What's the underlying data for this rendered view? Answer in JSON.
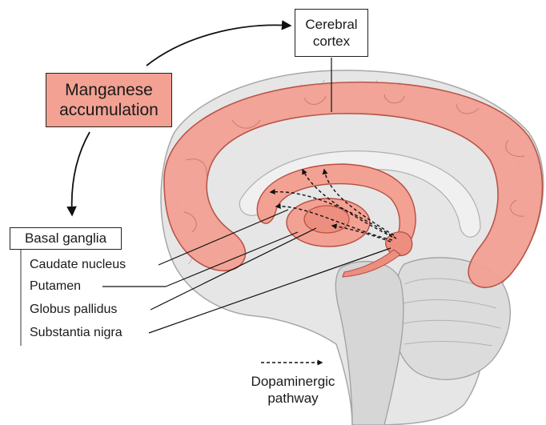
{
  "boxes": {
    "manganese": "Manganese\naccumulation",
    "cortex": "Cerebral\ncortex",
    "basal_ganglia": "Basal ganglia"
  },
  "structures": {
    "caudate": "Caudate nucleus",
    "putamen": "Putamen",
    "globus": "Globus pallidus",
    "nigra": "Substantia nigra"
  },
  "legend": {
    "pathway": "Dopaminergic\npathway"
  },
  "colors": {
    "highlight_fill": "#f2a193",
    "highlight_dark": "#c25a4e",
    "brain_gray": "#e6e6e6",
    "brain_outline": "#a8a8a8"
  }
}
